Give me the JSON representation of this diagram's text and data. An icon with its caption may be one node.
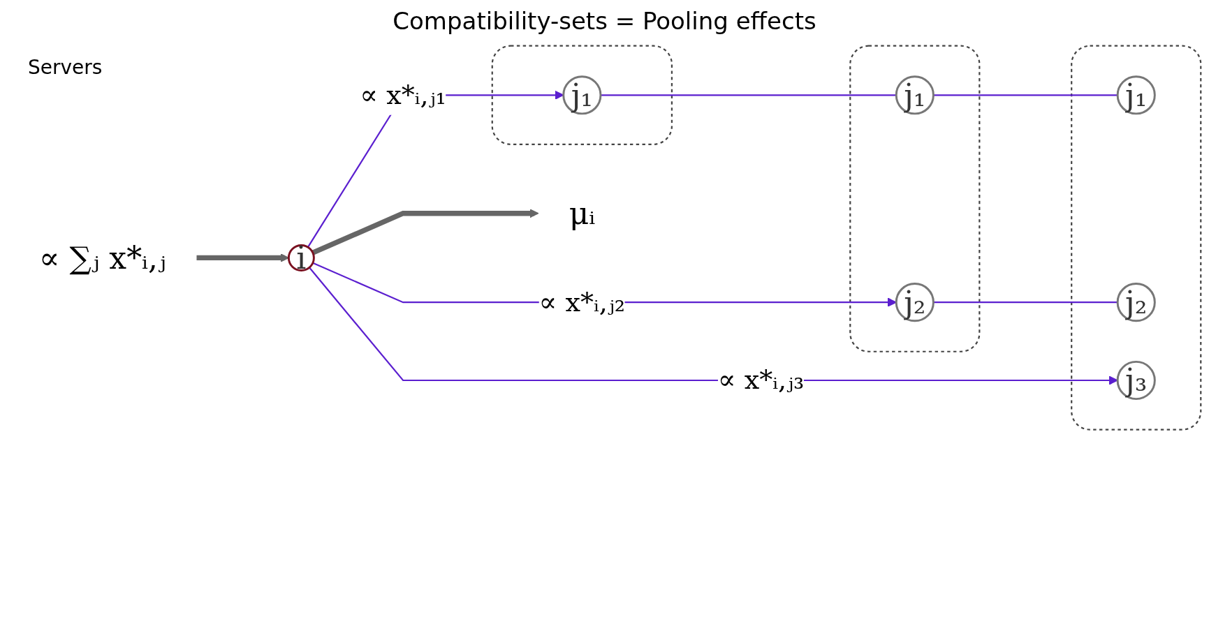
{
  "diagram": {
    "title": "Compatibility-sets = Pooling effects",
    "nodes": [
      {
        "text": [
          "∝ ∑ⱼ x*ᵢ,ⱼ"
        ]
      },
      {
        "text": [
          "i"
        ]
      },
      {
        "text": [
          "μᵢ"
        ]
      },
      {
        "text": [],
        "shape": "box"
      },
      {
        "text": [
          "j₁"
        ],
        "in": 3
      },
      {
        "text": [],
        "shape": "box"
      },
      {
        "text": [
          "j₁"
        ],
        "in": 5
      },
      {
        "text": [
          "j₂"
        ],
        "in": 5
      },
      {
        "text": [],
        "shape": "box"
      },
      {
        "text": [
          "j₁"
        ],
        "in": 8
      },
      {
        "text": [
          "j₂"
        ],
        "in": 8
      },
      {
        "text": [
          "j₃"
        ],
        "in": 8
      }
    ],
    "edges": [
      {
        "from": 0,
        "to": 1,
        "arrow": "to",
        "style": "thick",
        "color": "#666666"
      },
      {
        "from": 1,
        "to": 2,
        "arrow": "to",
        "style": "thick",
        "color": "#666666"
      },
      {
        "from": 1,
        "to": 4,
        "arrow": "to",
        "label": "∝ x*ᵢ,ⱼ₁"
      },
      {
        "from": 1,
        "to": 7,
        "arrow": "to",
        "label": "∝ x*ᵢ,ⱼ₂"
      },
      {
        "from": 1,
        "to": 11,
        "arrow": "to",
        "label": "∝ x*ᵢ,ⱼ₃"
      },
      {
        "from": 4,
        "to": 6,
        "arrow": "none"
      },
      {
        "from": 6,
        "to": 9,
        "arrow": "none"
      },
      {
        "from": 7,
        "to": 10,
        "arrow": "none"
      }
    ],
    "labels": [
      "Servers"
    ]
  }
}
